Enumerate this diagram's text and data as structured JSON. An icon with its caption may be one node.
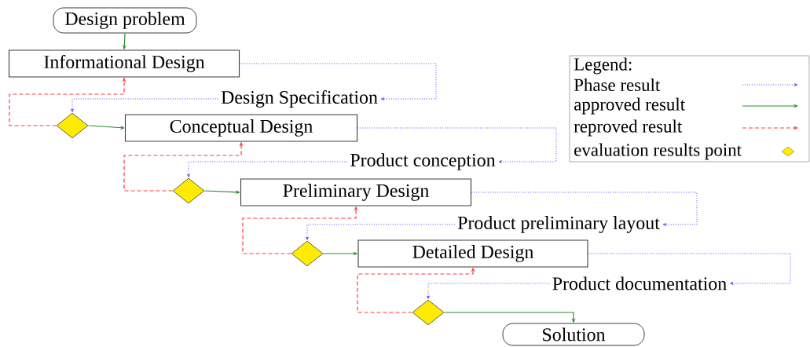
{
  "diagram": {
    "nodes": [
      {
        "text": [
          "Design problem"
        ]
      },
      {
        "text": [
          "Informational Design"
        ]
      },
      {
        "text": [
          "Design Specification"
        ]
      },
      {
        "text": [],
        "shape": "diamond"
      },
      {
        "text": [
          "Conceptual Design"
        ]
      },
      {
        "text": [
          "Product conception"
        ]
      },
      {
        "text": [],
        "shape": "diamond"
      },
      {
        "text": [
          "Preliminary Design"
        ]
      },
      {
        "text": [
          "Product preliminary layout"
        ]
      },
      {
        "text": [],
        "shape": "diamond"
      },
      {
        "text": [
          "Detailed Design"
        ]
      },
      {
        "text": [
          "Product documentation"
        ]
      },
      {
        "text": [],
        "shape": "diamond"
      },
      {
        "text": [
          "Solution"
        ]
      }
    ],
    "edges": [
      {
        "from": 0,
        "to": 1,
        "arrow": "to",
        "color": "#2e8b2e"
      },
      {
        "from": 1,
        "to": 2,
        "arrow": "to",
        "style": "dashed"
      },
      {
        "from": 2,
        "to": 3,
        "arrow": "to",
        "style": "dashed"
      },
      {
        "from": 3,
        "to": 4,
        "arrow": "to",
        "color": "#2e8b2e"
      },
      {
        "from": 3,
        "to": 1,
        "arrow": "to",
        "style": "dashed",
        "color": "#ff3b3b"
      },
      {
        "from": 4,
        "to": 5,
        "arrow": "to",
        "style": "dashed"
      },
      {
        "from": 5,
        "to": 6,
        "arrow": "to",
        "style": "dashed"
      },
      {
        "from": 6,
        "to": 7,
        "arrow": "to",
        "color": "#2e8b2e"
      },
      {
        "from": 6,
        "to": 4,
        "arrow": "to",
        "style": "dashed",
        "color": "#ff3b3b"
      },
      {
        "from": 7,
        "to": 8,
        "arrow": "to",
        "style": "dashed"
      },
      {
        "from": 8,
        "to": 9,
        "arrow": "to",
        "style": "dashed"
      },
      {
        "from": 9,
        "to": 10,
        "arrow": "to",
        "color": "#2e8b2e"
      },
      {
        "from": 9,
        "to": 7,
        "arrow": "to",
        "style": "dashed",
        "color": "#ff3b3b"
      },
      {
        "from": 10,
        "to": 11,
        "arrow": "to",
        "style": "dashed"
      },
      {
        "from": 11,
        "to": 12,
        "arrow": "to",
        "style": "dashed"
      },
      {
        "from": 12,
        "to": 13,
        "arrow": "to",
        "color": "#2e8b2e"
      },
      {
        "from": 12,
        "to": 10,
        "arrow": "to",
        "style": "dashed",
        "color": "#ff3b3b"
      }
    ],
    "labels": [
      "Legend:"
    ],
    "legend": [
      {
        "text": "Phase result"
      },
      {
        "text": "approved result"
      },
      {
        "text": "reproved result"
      },
      {
        "text": "evaluation results point"
      }
    ]
  }
}
